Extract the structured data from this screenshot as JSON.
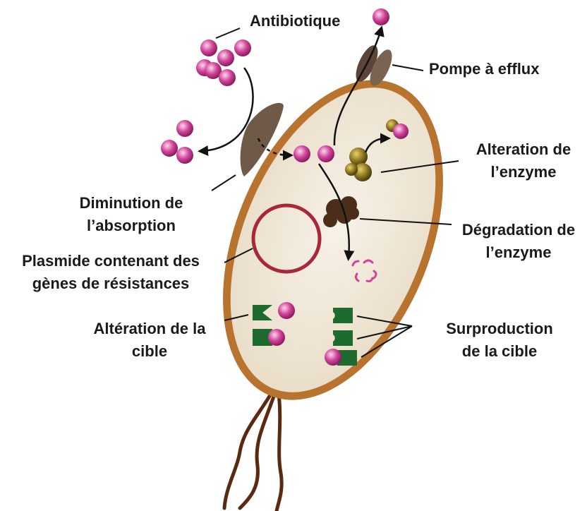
{
  "labels": {
    "antibiotic": "Antibiotique",
    "efflux_pump": "Pompe à efflux",
    "enzyme_alteration": [
      "Alteration de",
      "l’enzyme"
    ],
    "reduced_uptake": [
      "Diminution de",
      "l’absorption"
    ],
    "enzyme_degradation": [
      "Dégradation de",
      "l’enzyme"
    ],
    "plasmid": [
      "Plasmide contenant des",
      "gènes de résistances"
    ],
    "target_alteration": [
      "Altération de la",
      "cible"
    ],
    "target_overproduction": [
      "Surproduction",
      "de la cible"
    ]
  },
  "colors": {
    "cell_wall": "#b8732e",
    "cytoplasm": "#f2ece0",
    "antibiotic": "#d0449a",
    "plasmid": "#a8283a",
    "target": "#1f6b2f",
    "enzyme_gold": "#8b7420",
    "enzyme_dark": "#4a2e1a",
    "pump": "#5a4536",
    "flagellum": "#5a2a10"
  }
}
